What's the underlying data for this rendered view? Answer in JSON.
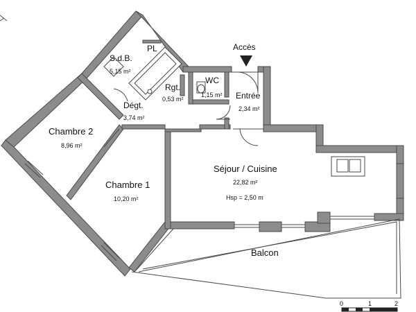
{
  "rooms": {
    "sdb": {
      "name": "S.d.B.",
      "area": "5,15 m²"
    },
    "pl": {
      "name": "PL"
    },
    "rgt": {
      "name": "Rgt.",
      "area": "0,53 m²"
    },
    "wc": {
      "name": "WC",
      "area": "1,15 m²"
    },
    "entree": {
      "name": "Entrée",
      "area": "2,34 m²"
    },
    "degt": {
      "name": "Dégt.",
      "area": "3,74 m²"
    },
    "chambre2": {
      "name": "Chambre 2",
      "area": "8,96 m²"
    },
    "chambre1": {
      "name": "Chambre 1",
      "area": "10,20 m²"
    },
    "sejour": {
      "name": "Séjour / Cuisine",
      "area": "22,82 m²",
      "height": "Hsp = 2,50 m"
    },
    "balcon": {
      "name": "Balcon"
    }
  },
  "access": {
    "label": "Accès"
  },
  "scale": {
    "labels": [
      "0",
      "1",
      "2"
    ]
  },
  "colors": {
    "wall": "#8c8c8c",
    "line": "#4a4a4a",
    "text": "#111111"
  }
}
